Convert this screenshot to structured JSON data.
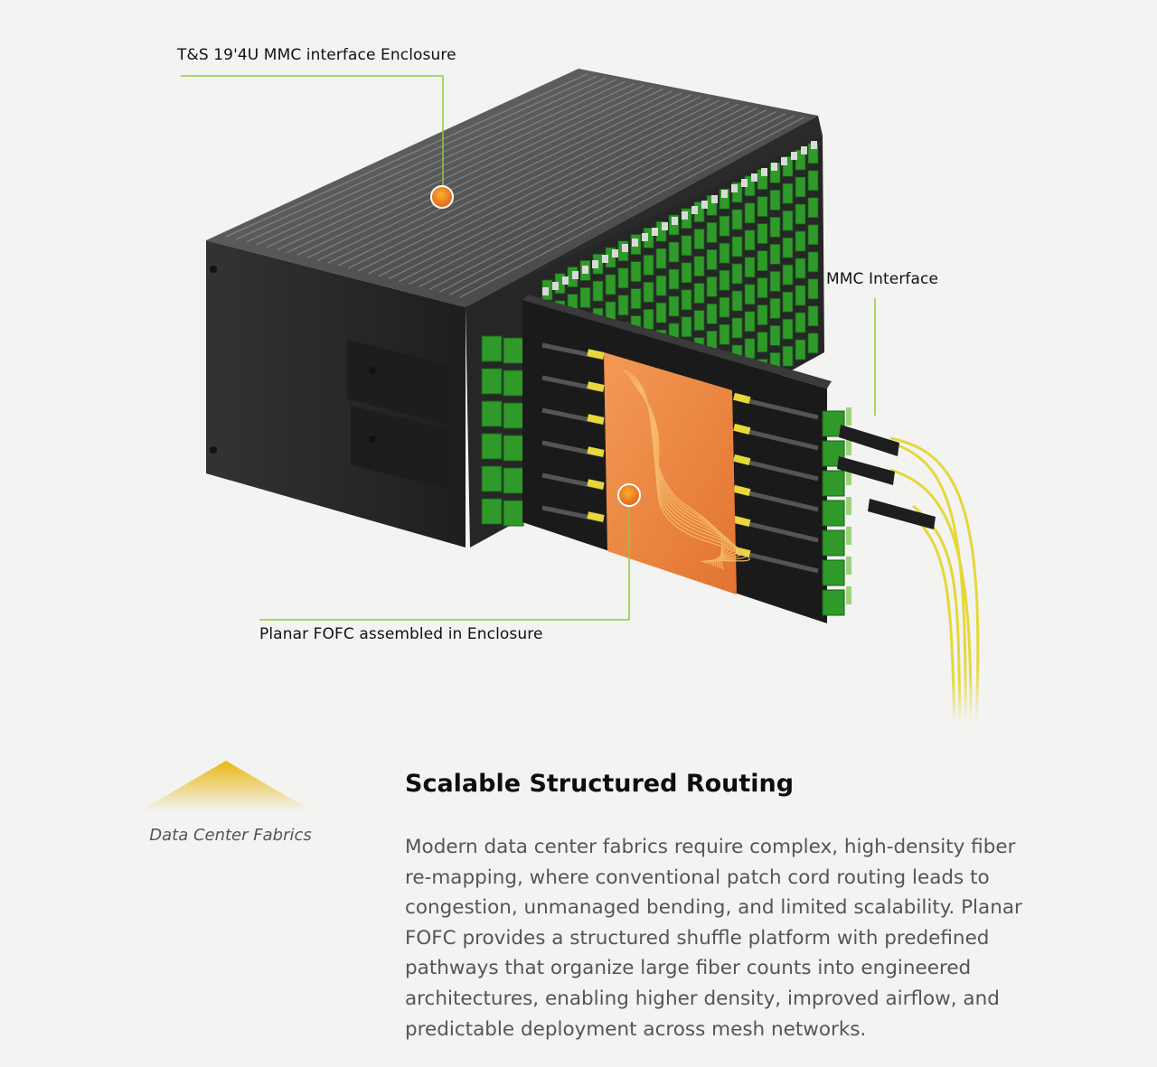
{
  "diagram": {
    "callouts": {
      "enclosure": "T&S 19'4U MMC interface Enclosure",
      "mmc": "MMC Interface",
      "fofc": "Planar FOFC assembled in Enclosure"
    },
    "colors": {
      "leader_line": "#8fc93a",
      "marker": "#f2a422",
      "enclosure_body": "#2c2c2c",
      "adapter_green": "#2f9a2a",
      "fofc_orange": "#f08a44",
      "fiber_yellow": "#e7d93a"
    }
  },
  "section": {
    "badge_color": "#e8b810",
    "caption": "Data Center Fabrics",
    "title": "Scalable Structured Routing",
    "body": "Modern data center fabrics require complex, high-density fiber re-mapping, where conventional patch cord routing leads to congestion, unmanaged bending, and limited scalability. Planar FOFC provides a structured shuffle platform with predefined pathways that organize large fiber counts into engineered architectures, enabling higher density, improved airflow, and predictable deployment across mesh networks."
  }
}
